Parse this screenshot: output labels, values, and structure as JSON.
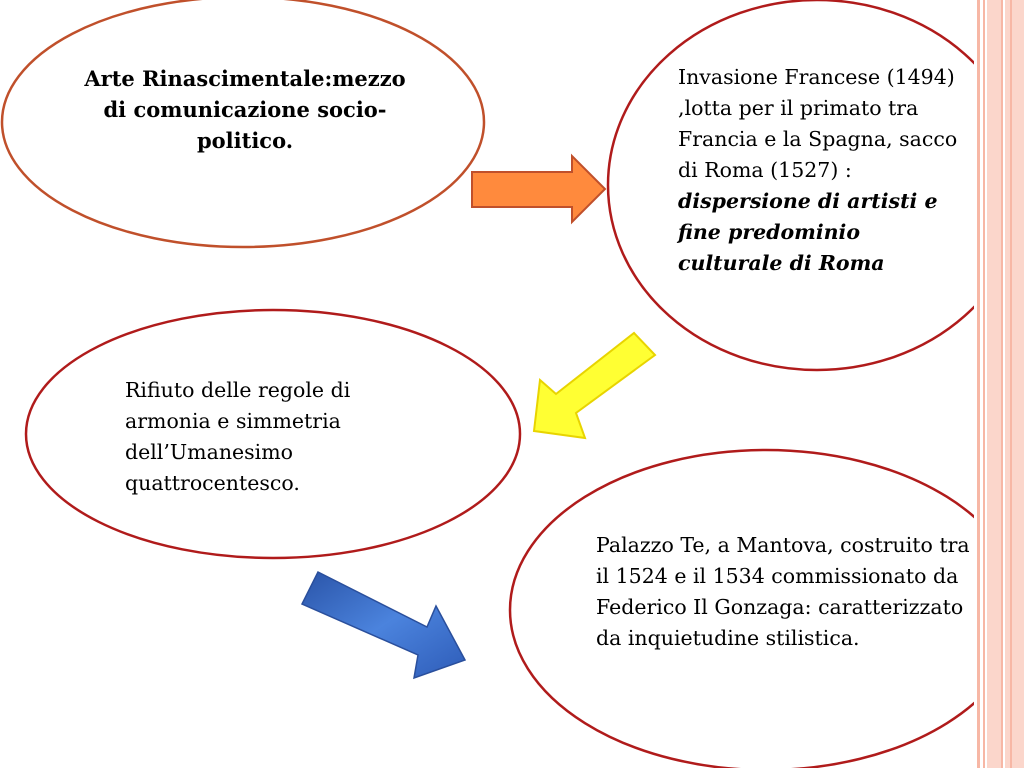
{
  "colors": {
    "ellipse_stroke_top_left": "#c0502b",
    "ellipse_stroke_red": "#b01b1b",
    "arrow_orange": "#ff8a3d",
    "arrow_yellow": "#ffff33",
    "arrow_blue": "#3a6cc9",
    "stripe_light": "#fbd6cb",
    "stripe_mid": "#f7b7a5"
  },
  "nodes": {
    "arte": {
      "text": "Arte Rinascimentale:mezzo di comunicazione socio-politico."
    },
    "invasione": {
      "text_plain": "Invasione Francese (1494) ,lotta per il primato tra Francia e la Spagna, sacco di Roma (1527) :",
      "text_emphasis": "dispersione di artisti e fine predominio culturale di Roma"
    },
    "rifiuto": {
      "text": "Rifiuto delle regole di armonia e simmetria dell’Umanesimo quattrocentesco."
    },
    "palazzo": {
      "text": "Palazzo Te, a Mantova, costruito tra il 1524 e il 1534 commissionato da Federico Il Gonzaga: caratterizzato da inquietudine stilistica."
    }
  },
  "arrows": [
    {
      "id": "arrow-right",
      "color_name": "orange",
      "icon": "arrow-right-icon"
    },
    {
      "id": "arrow-down-left",
      "color_name": "yellow",
      "icon": "arrow-down-left-icon"
    },
    {
      "id": "arrow-down-right",
      "color_name": "blue",
      "icon": "arrow-down-right-icon"
    }
  ]
}
